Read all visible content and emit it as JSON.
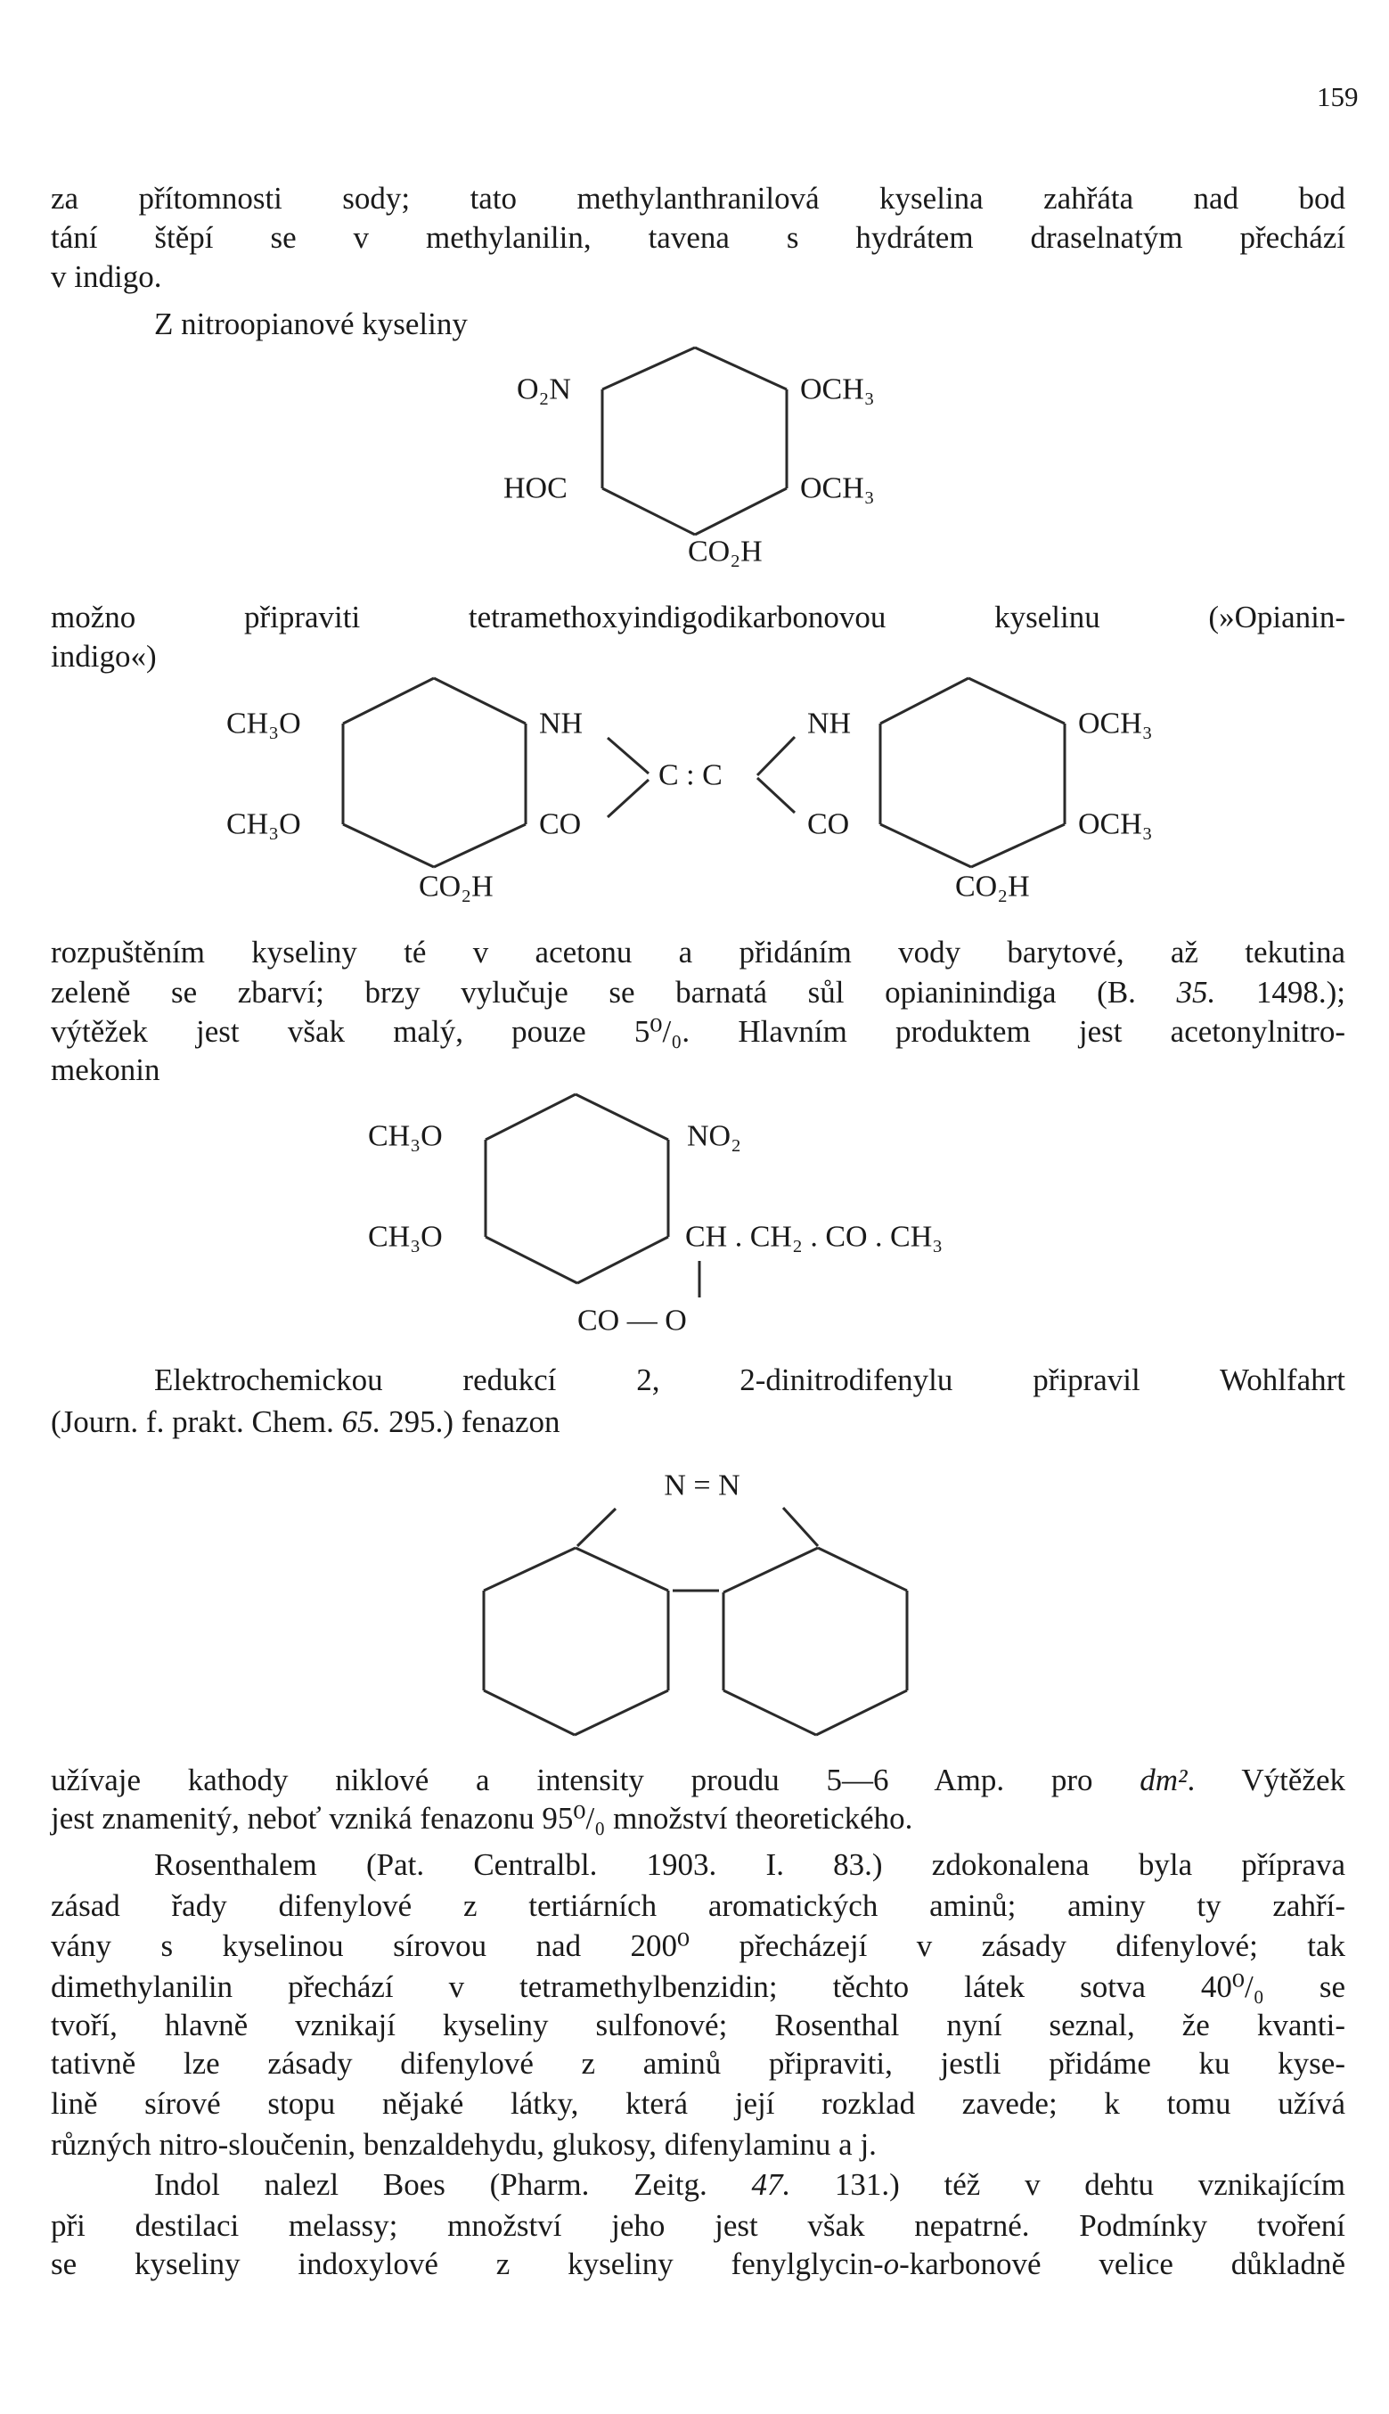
{
  "page_number": "159",
  "p1": {
    "l1": "za přítomnosti sody; tato methylanthranilová kyselina zahřáta nad bod",
    "l2": "tání štěpí se v methylanilin, tavena s hydrátem draselnatým přechází",
    "l3": "v indigo."
  },
  "p2": {
    "l1": "Z nitroopianové kyseliny"
  },
  "formula1": {
    "o2n": "O₂N",
    "och3_top": "OCH₃",
    "hoc": "HOC",
    "och3_bottom": "OCH₃",
    "co2h": "CO₂H"
  },
  "p3": {
    "l1": "možno připraviti tetramethoxyindigodikarbonovou kyselinu (»Opianin-",
    "l2": "indigo«)"
  },
  "formula2": {
    "left_ch3o_top": "CH₃O",
    "left_ch3o_bottom": "CH₃O",
    "left_nh": "NH",
    "left_co": "CO",
    "left_co2h": "CO₂H",
    "center": "C : C",
    "right_nh": "NH",
    "right_co": "CO",
    "right_och3_top": "OCH₃",
    "right_och3_bottom": "OCH₃",
    "right_co2h": "CO₂H"
  },
  "p4": {
    "l1": "rozpuštěním kyseliny té v acetonu a přidáním vody barytové, až tekutina",
    "l2a": "zeleně se zbarví; brzy vylučuje se barnatá sůl opianinindiga (B. ",
    "l2b": "35.",
    "l2c": " 1498.);",
    "l3": "výtěžek jest však malý, pouze 5⁰/₀. Hlavním produktem jest acetonylnitro-",
    "l4": "mekonin"
  },
  "formula3": {
    "ch3o_top": "CH₃O",
    "ch3o_bottom": "CH₃O",
    "no2": "NO₂",
    "side_chain": "CH . CH₂ . CO . CH₃",
    "lactone": "CO — O"
  },
  "p5": {
    "l1": "Elektrochemickou redukcí 2, 2-dinitrodifenylu připravil Wohlfahrt",
    "l2a": "(Journ. f. prakt. Chem. ",
    "l2b": "65.",
    "l2c": " 295.) fenazon"
  },
  "formula4": {
    "azo": "N = N"
  },
  "p6": {
    "l1a": "užívaje kathody niklové a intensity proudu 5—6 Amp. pro ",
    "l1b": "dm²",
    "l1c": ". Výtěžek",
    "l2": "jest znamenitý, neboť vzniká fenazonu 95⁰/₀ množství theoretického."
  },
  "p7": {
    "l1": "Rosenthalem (Pat. Centralbl. 1903. I. 83.) zdokonalena byla příprava",
    "l2": "zásad řady difenylové z tertiárních aromatických aminů; aminy ty zahří-",
    "l3": "vány s kyselinou sírovou nad 200⁰ přecházejí v zásady difenylové; tak",
    "l4": "dimethylanilin přechází v tetramethylbenzidin; těchto látek sotva 40⁰/₀ se",
    "l5": "tvoří, hlavně vznikají kyseliny sulfonové; Rosenthal nyní seznal, že kvanti-",
    "l6": "tativně lze zásady difenylové z aminů připraviti, jestli přidáme ku kyse-",
    "l7": "lině sírové stopu nějaké látky, která její rozklad zavede; k tomu užívá",
    "l8": "různých nitro-sloučenin, benzaldehydu, glukosy, difenylaminu a j."
  },
  "p8": {
    "l1a": "Indol nalezl Boes (Pharm. Zeitg. ",
    "l1b": "47.",
    "l1c": " 131.) též v dehtu vznikajícím",
    "l2": "při destilaci melassy; množství jeho jest však nepatrné. Podmínky tvoření",
    "l3a": "se kyseliny indoxylové z kyseliny fenylglycin-",
    "l3b": "o",
    "l3c": "-karbonové velice důkladně"
  }
}
